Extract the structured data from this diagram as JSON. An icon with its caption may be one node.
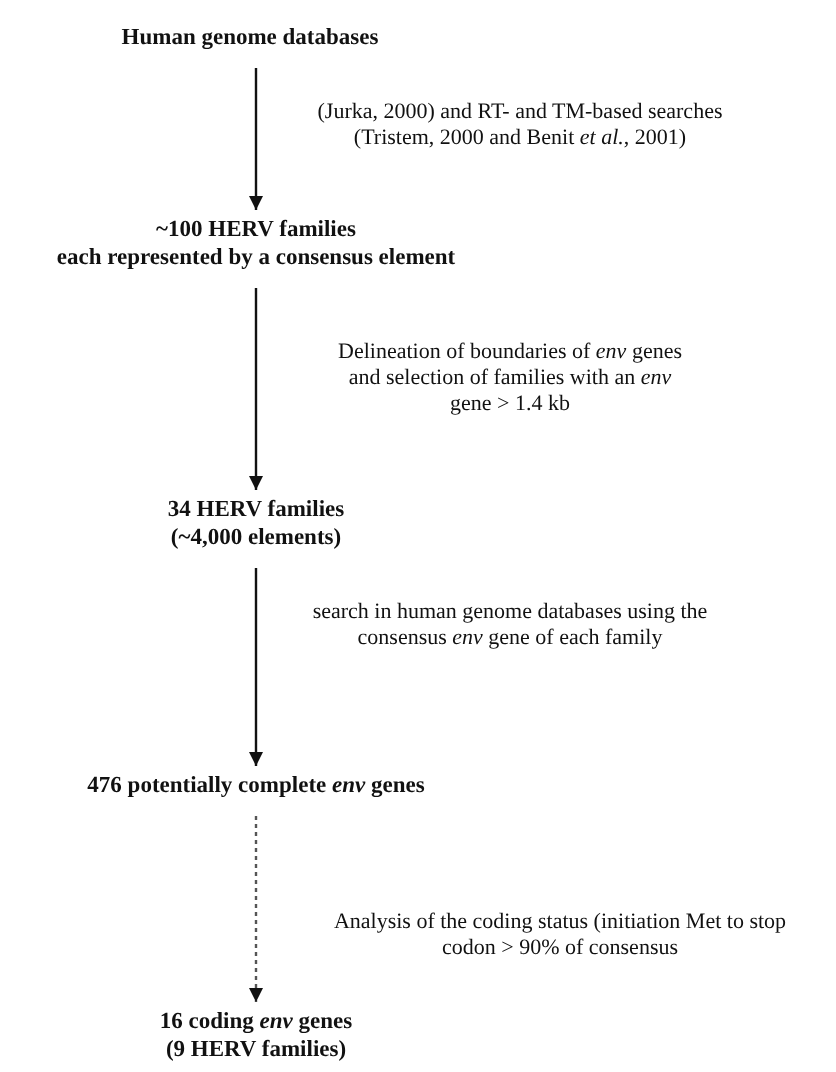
{
  "diagram": {
    "nodes": [
      {
        "text": [
          "Human genome databases"
        ]
      },
      {
        "text": [
          "~100 HERV families",
          "each represented by a consensus element"
        ]
      },
      {
        "text": [
          "34 HERV families",
          "(~4,000 elements)"
        ]
      },
      {
        "text": [
          "476 potentially complete *env* genes"
        ]
      },
      {
        "text": [
          "16 coding *env* genes",
          "(9 HERV families)"
        ]
      }
    ],
    "edges": [
      {
        "from": 0,
        "to": 1,
        "arrow": "to",
        "label": "(Jurka, 2000) and RT- and TM-based searches (Tristem, 2000 and Benit *et al.*, 2001)"
      },
      {
        "from": 1,
        "to": 2,
        "arrow": "to",
        "label": "Delineation of boundaries of *env* genes and selection of families with an *env* gene > 1.4 kb"
      },
      {
        "from": 2,
        "to": 3,
        "arrow": "to",
        "label": "search in human genome databases using the consensus *env* gene of each family"
      },
      {
        "from": 3,
        "to": 4,
        "arrow": "to",
        "style": "dashed",
        "label": "Analysis of the coding status (initiation Met to stop codon > 90% of consensus"
      }
    ]
  }
}
